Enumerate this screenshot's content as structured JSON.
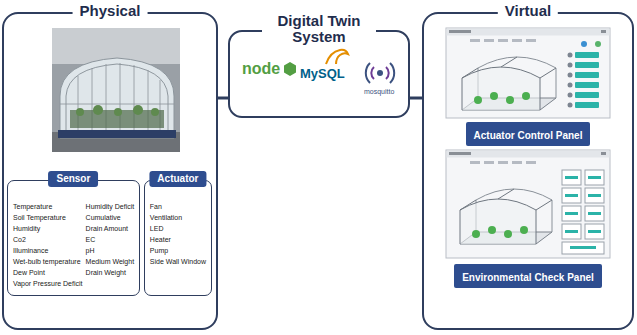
{
  "diagram": {
    "nodes": [
      {
        "text": [
          "Physical"
        ]
      },
      {
        "text": [
          "Sensor",
          "Temperature",
          "Soil Temperature",
          "Humidity",
          "Co2",
          "Illuminance",
          "Wet-bulb temperature",
          "Dew Point",
          "Vapor Pressure Deficit",
          "Humidity Deficit",
          "Cumulative Drain Amount",
          "EC",
          "pH",
          "Medium Weight",
          "Drain Weight"
        ],
        "in": 0
      },
      {
        "text": [
          "Actuator",
          "Fan",
          "Ventilation",
          "LED",
          "Heater",
          "Pump",
          "Side Wall Window"
        ],
        "in": 0
      },
      {
        "text": [
          "Digital Twin System",
          "node",
          "MySQL",
          "mosquitto"
        ]
      },
      {
        "text": [
          "Virtual"
        ]
      },
      {
        "text": [
          "Actuator Control Panel"
        ],
        "in": 4
      },
      {
        "text": [
          "Environmental Check Panel"
        ],
        "in": 4
      }
    ],
    "edges": [
      {
        "from": 0,
        "to": 3,
        "arrow": "none"
      },
      {
        "from": 3,
        "to": 4,
        "arrow": "none"
      }
    ]
  }
}
